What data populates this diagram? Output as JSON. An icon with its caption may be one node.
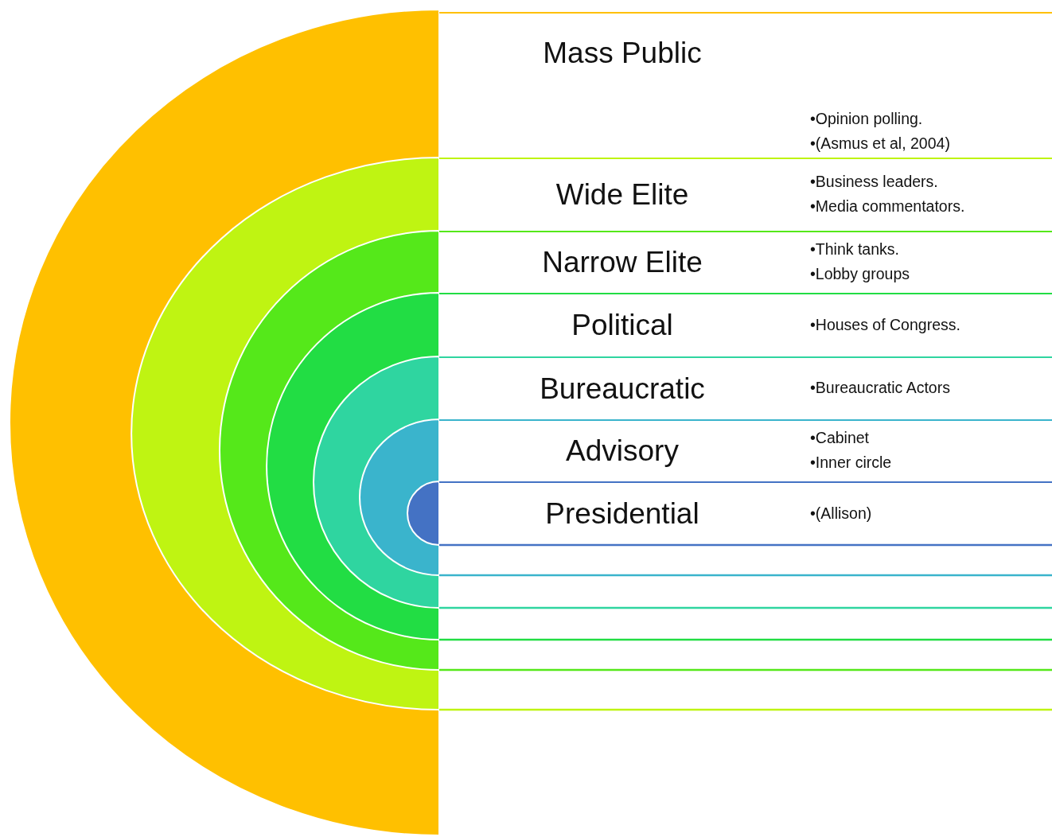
{
  "diagram": {
    "nodes": [
      {
        "text": [
          "Mass Public",
          "•Opinion polling.",
          "•(Asmus et al, 2004)"
        ]
      },
      {
        "text": [
          "Wide Elite",
          "•Business leaders.",
          "•Media commentators."
        ]
      },
      {
        "text": [
          "Narrow Elite",
          "•Think tanks.",
          "•Lobby groups"
        ]
      },
      {
        "text": [
          "Political",
          "•Houses of Congress."
        ]
      },
      {
        "text": [
          "Bureaucratic",
          "•Bureaucratic Actors"
        ]
      },
      {
        "text": [
          "Advisory",
          "•Cabinet",
          "•Inner circle"
        ]
      },
      {
        "text": [
          "Presidential",
          "•(Allison)"
        ]
      }
    ]
  }
}
